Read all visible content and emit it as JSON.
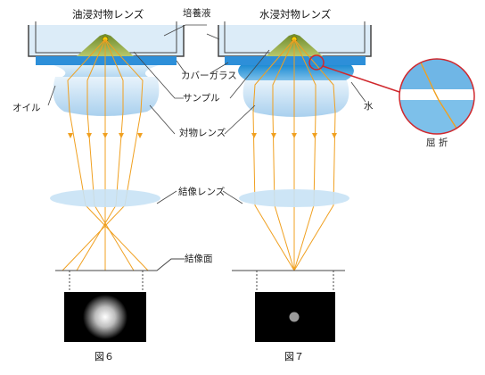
{
  "left_panel": {
    "title": "油浸対物レンズ",
    "caption": "図６"
  },
  "right_panel": {
    "title": "水浸対物レンズ",
    "caption": "図７"
  },
  "labels": {
    "culture_medium": "培養液",
    "cover_glass": "カバーガラス",
    "sample": "サンプル",
    "objective_lens": "対物レンズ",
    "oil": "オイル",
    "water": "水",
    "imaging_lens": "結像レンズ",
    "image_plane": "結像面",
    "refraction": "屈 折"
  },
  "colors": {
    "ray": "#f0a020",
    "lens": "#cfe6f5",
    "medium": "#dcecf8",
    "cover_glass": "#2d8fd9",
    "water": "#2a9ad8",
    "sample": "#8aa23c",
    "point": "#f5d000",
    "callout": "#d0282d"
  }
}
